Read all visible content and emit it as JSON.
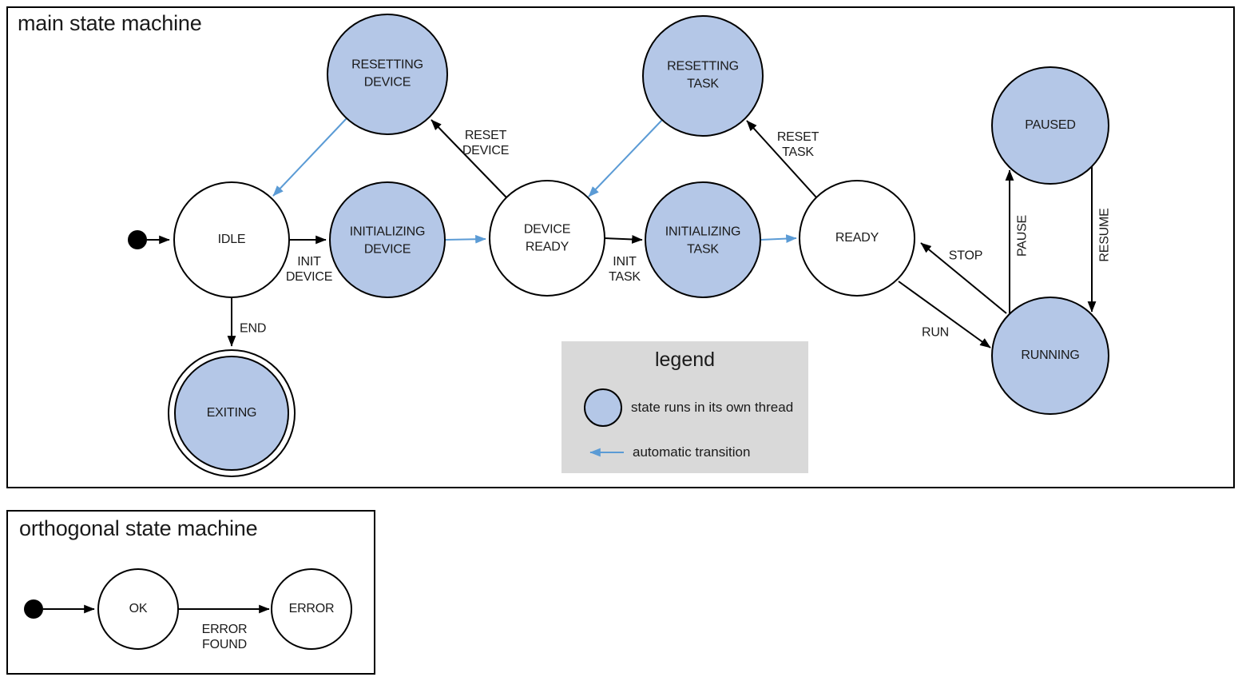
{
  "colors": {
    "state_fill": "#b4c7e7",
    "auto_transition": "#5b9bd5",
    "legend_bg": "#d9d9d9",
    "text": "#1a1a1a"
  },
  "main": {
    "title": "main state machine",
    "states": [
      {
        "id": "idle",
        "label": "IDLE",
        "threaded": false,
        "final": false
      },
      {
        "id": "resetting_device",
        "label": "RESETTING\nDEVICE",
        "threaded": true,
        "final": false
      },
      {
        "id": "initializing_device",
        "label": "INITIALIZING\nDEVICE",
        "threaded": true,
        "final": false
      },
      {
        "id": "device_ready",
        "label": "DEVICE\nREADY",
        "threaded": false,
        "final": false
      },
      {
        "id": "resetting_task",
        "label": "RESETTING\nTASK",
        "threaded": true,
        "final": false
      },
      {
        "id": "initializing_task",
        "label": "INITIALIZING\nTASK",
        "threaded": true,
        "final": false
      },
      {
        "id": "ready",
        "label": "READY",
        "threaded": false,
        "final": false
      },
      {
        "id": "paused",
        "label": "PAUSED",
        "threaded": true,
        "final": false
      },
      {
        "id": "running",
        "label": "RUNNING",
        "threaded": true,
        "final": false
      },
      {
        "id": "exiting",
        "label": "EXITING",
        "threaded": true,
        "final": true
      }
    ],
    "transitions": [
      {
        "from": "initial",
        "to": "idle",
        "label": "",
        "auto": false
      },
      {
        "from": "idle",
        "to": "initializing_device",
        "label": "INIT\nDEVICE",
        "auto": false
      },
      {
        "from": "initializing_device",
        "to": "device_ready",
        "label": "",
        "auto": true
      },
      {
        "from": "device_ready",
        "to": "resetting_device",
        "label": "RESET\nDEVICE",
        "auto": false
      },
      {
        "from": "resetting_device",
        "to": "idle",
        "label": "",
        "auto": true
      },
      {
        "from": "device_ready",
        "to": "initializing_task",
        "label": "INIT\nTASK",
        "auto": false
      },
      {
        "from": "initializing_task",
        "to": "ready",
        "label": "",
        "auto": true
      },
      {
        "from": "ready",
        "to": "resetting_task",
        "label": "RESET\nTASK",
        "auto": false
      },
      {
        "from": "resetting_task",
        "to": "device_ready",
        "label": "",
        "auto": true
      },
      {
        "from": "ready",
        "to": "running",
        "label": "RUN",
        "auto": false
      },
      {
        "from": "running",
        "to": "ready",
        "label": "STOP",
        "auto": false
      },
      {
        "from": "running",
        "to": "paused",
        "label": "PAUSE",
        "auto": false
      },
      {
        "from": "paused",
        "to": "running",
        "label": "RESUME",
        "auto": false
      },
      {
        "from": "idle",
        "to": "exiting",
        "label": "END",
        "auto": false
      }
    ]
  },
  "legend": {
    "title": "legend",
    "items": [
      {
        "symbol": "threaded-state-circle",
        "label": "state runs in its own thread"
      },
      {
        "symbol": "automatic-transition-arrow",
        "label": "automatic transition"
      }
    ]
  },
  "orthogonal": {
    "title": "orthogonal state machine",
    "states": [
      {
        "id": "ok",
        "label": "OK",
        "threaded": false,
        "final": false
      },
      {
        "id": "error",
        "label": "ERROR",
        "threaded": false,
        "final": false
      }
    ],
    "transitions": [
      {
        "from": "initial",
        "to": "ok",
        "label": "",
        "auto": false
      },
      {
        "from": "ok",
        "to": "error",
        "label": "ERROR\nFOUND",
        "auto": false
      }
    ]
  }
}
